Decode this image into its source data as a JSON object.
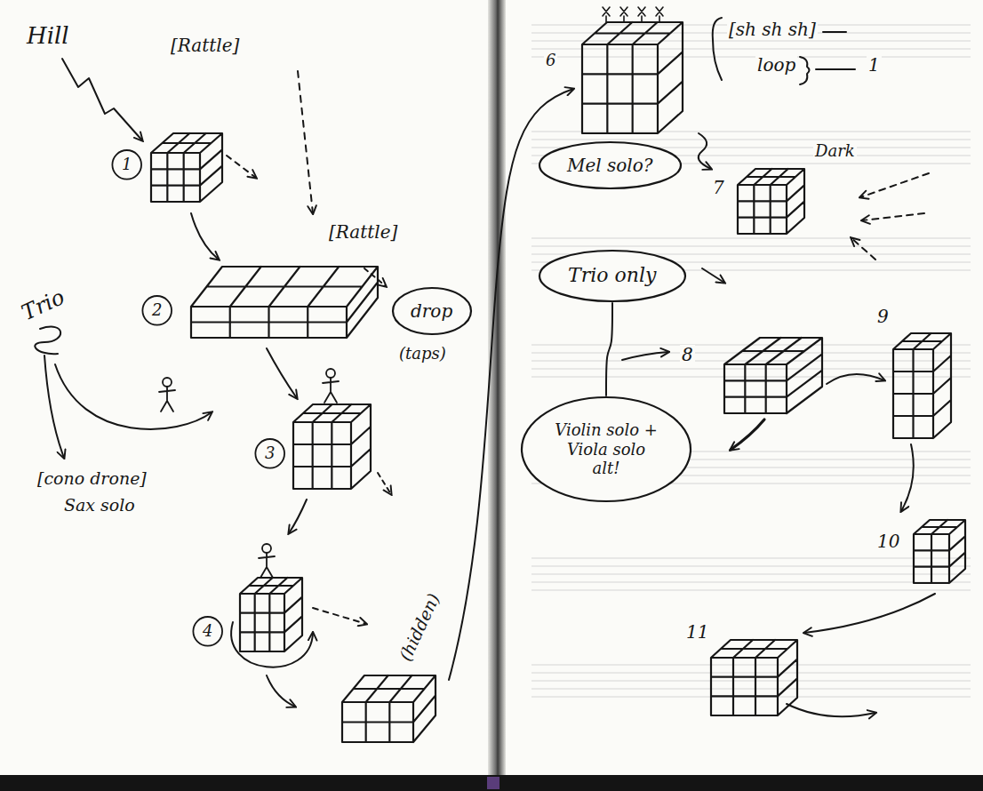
{
  "diagram": {
    "nodes": [
      {
        "text": [
          "drop"
        ]
      },
      {
        "text": [
          "Mel solo?"
        ]
      },
      {
        "text": [
          "Trio only"
        ]
      },
      {
        "text": [
          "Violin solo + Viola solo alt!"
        ]
      }
    ],
    "edges": [
      {
        "from": 2,
        "to": 3,
        "arrow": "none"
      }
    ],
    "labels": [
      "Hill",
      "[Rattle]",
      "1",
      "[Rattle]",
      "Trio",
      "2",
      "(taps)",
      "3",
      "[cono drone]",
      "Sax solo",
      "4",
      "(hidden)",
      "6",
      "[sh sh sh]",
      "loop",
      "1",
      "7",
      "Dark",
      "8",
      "9",
      "10",
      "11"
    ]
  }
}
